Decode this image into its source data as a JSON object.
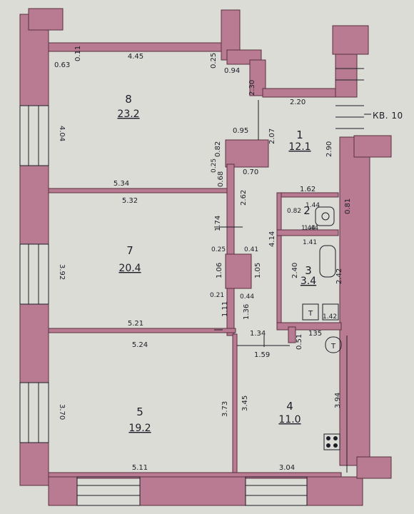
{
  "flat_label": "КВ. 10",
  "colors": {
    "paper": "#dcdcd6",
    "wall": "#b87b92",
    "ink": "#1c1c28"
  },
  "rooms": [
    {
      "id": "8",
      "number": "8",
      "area": "23.2"
    },
    {
      "id": "1",
      "number": "1",
      "area": "12.1"
    },
    {
      "id": "7",
      "number": "7",
      "area": "20.4"
    },
    {
      "id": "2",
      "number": "2",
      "area": "1.44"
    },
    {
      "id": "3",
      "number": "3",
      "area": "3.4"
    },
    {
      "id": "5",
      "number": "5",
      "area": "19.2"
    },
    {
      "id": "4",
      "number": "4",
      "area": "11.0"
    }
  ],
  "dimensions": {
    "d_063": "0.63",
    "d_011": "0.11",
    "d_445": "4.45",
    "d_025a": "0.25",
    "d_094": "0.94",
    "d_230": "2.30",
    "d_220": "2.20",
    "d_404": "4.04",
    "d_095": "0.95",
    "d_207": "2.07",
    "d_290": "2.90",
    "d_082a": "0.82",
    "d_025b": "0.25",
    "d_068": "0.68",
    "d_070": "0.70",
    "d_534": "5.34",
    "d_532": "5.32",
    "d_262": "2.62",
    "d_162": "1.62",
    "d_144a": "1.44",
    "d_082b": "0.82",
    "d_081": "0.81",
    "d_144b": "1.44",
    "d_174": "1.74",
    "d_414": "4.14",
    "d_392": "3.92",
    "d_025c": "0.25",
    "d_041": "0.41",
    "d_141": "1.41",
    "d_106": "1.06",
    "d_105": "1.05",
    "d_240": "2.40",
    "d_242": "2.42",
    "d_021": "0.21",
    "d_044": "0.44",
    "d_111": "1.11",
    "d_136": "1.36",
    "d_142": "1.42",
    "d_521": "5.21",
    "d_134": "1.34",
    "d_135": "135",
    "d_524": "5.24",
    "d_051": "0.51",
    "d_159": "1.59",
    "d_370": "3.70",
    "d_373": "3.73",
    "d_345": "3.45",
    "d_394": "3.94",
    "d_511": "5.11",
    "d_304": "3.04"
  },
  "fixtures": {
    "toilet_letter_a": "T",
    "toilet_letter_b": "T"
  }
}
